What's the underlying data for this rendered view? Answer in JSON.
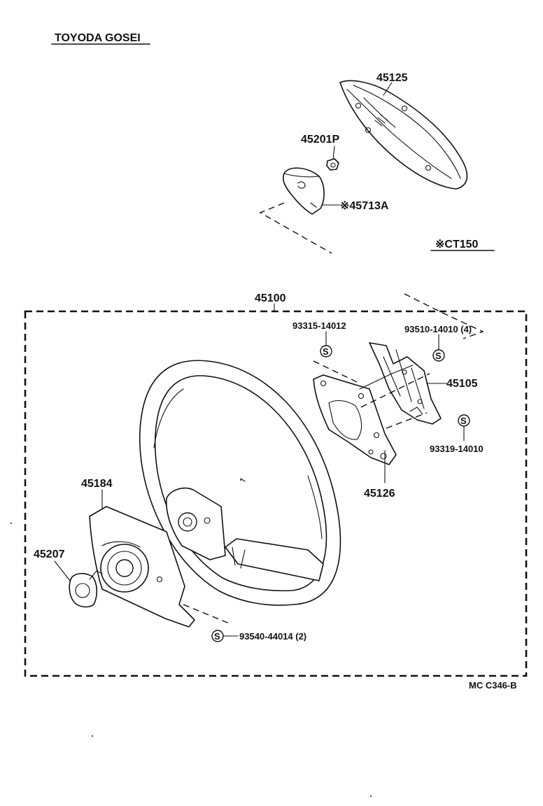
{
  "header": {
    "maker": "TOYODA GOSEI"
  },
  "note": {
    "marker_label": "※CT150"
  },
  "footer": {
    "code": "MC C346-B"
  },
  "parts": {
    "horn_pad": "45125",
    "nut": "45201P",
    "horn_button": "※45713A",
    "wheel_assy": "45100",
    "screw_a": "93315-14012",
    "screw_b": "93510-14010 (4)",
    "horn_contact": "45105",
    "screw_c": "93319-14010",
    "bracket": "45126",
    "lower_cover": "45184",
    "contact_plate": "45207",
    "screw_d": "93540-44014 (2)"
  },
  "symbols": {
    "screw_mark": "S"
  }
}
